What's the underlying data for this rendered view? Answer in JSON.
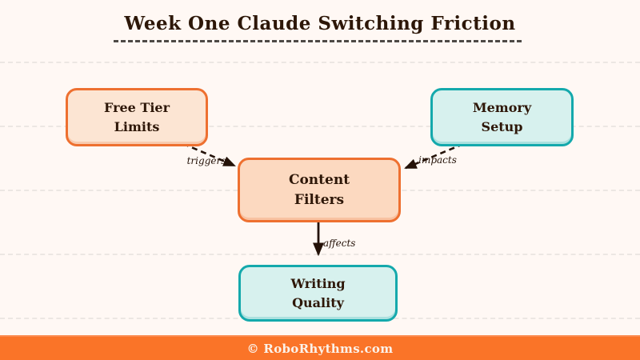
{
  "title": "Week One Claude Switching Friction",
  "footer": {
    "text": "© RoboRhythms.com"
  },
  "colors": {
    "background": "#fff8f4",
    "orange_border": "#ee7030",
    "orange_fill": "#fce5d3",
    "orange_fill_dark": "#fcd9c0",
    "teal_border": "#14a9ac",
    "teal_fill": "#d7f1ee",
    "footer_bar": "#fa7428",
    "ink": "#2d1708"
  },
  "diagram": {
    "nodes": [
      {
        "id": "free-tier-limits",
        "line1": "Free Tier",
        "line2": "Limits",
        "style": "orange"
      },
      {
        "id": "memory-setup",
        "line1": "Memory",
        "line2": "Setup",
        "style": "teal"
      },
      {
        "id": "content-filters",
        "line1": "Content",
        "line2": "Filters",
        "style": "orange"
      },
      {
        "id": "writing-quality",
        "line1": "Writing",
        "line2": "Quality",
        "style": "teal"
      }
    ],
    "edges": [
      {
        "from": "free-tier-limits",
        "to": "content-filters",
        "label": "triggers",
        "style": "dashed"
      },
      {
        "from": "memory-setup",
        "to": "content-filters",
        "label": "impacts",
        "style": "dashed"
      },
      {
        "from": "content-filters",
        "to": "writing-quality",
        "label": "affects",
        "style": "solid"
      }
    ]
  }
}
